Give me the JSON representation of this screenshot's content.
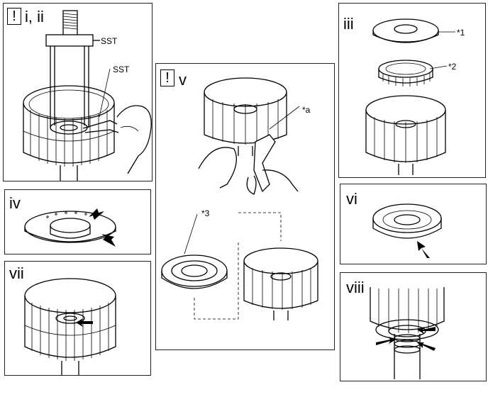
{
  "panels": {
    "p1": {
      "step": "i, ii",
      "warning": "!",
      "sst_top": "SST",
      "sst_side": "SST"
    },
    "p2": {
      "step": "iv"
    },
    "p3": {
      "step": "vii"
    },
    "p4": {
      "step": "v",
      "warning": "!",
      "callout_a": "*a",
      "callout_3": "*3"
    },
    "p5": {
      "step": "iii",
      "callout_1": "*1",
      "callout_2": "*2"
    },
    "p6": {
      "step": "vi"
    },
    "p7": {
      "step": "viii"
    }
  },
  "icons": [
    "warning-icon",
    "arrow-icon"
  ]
}
